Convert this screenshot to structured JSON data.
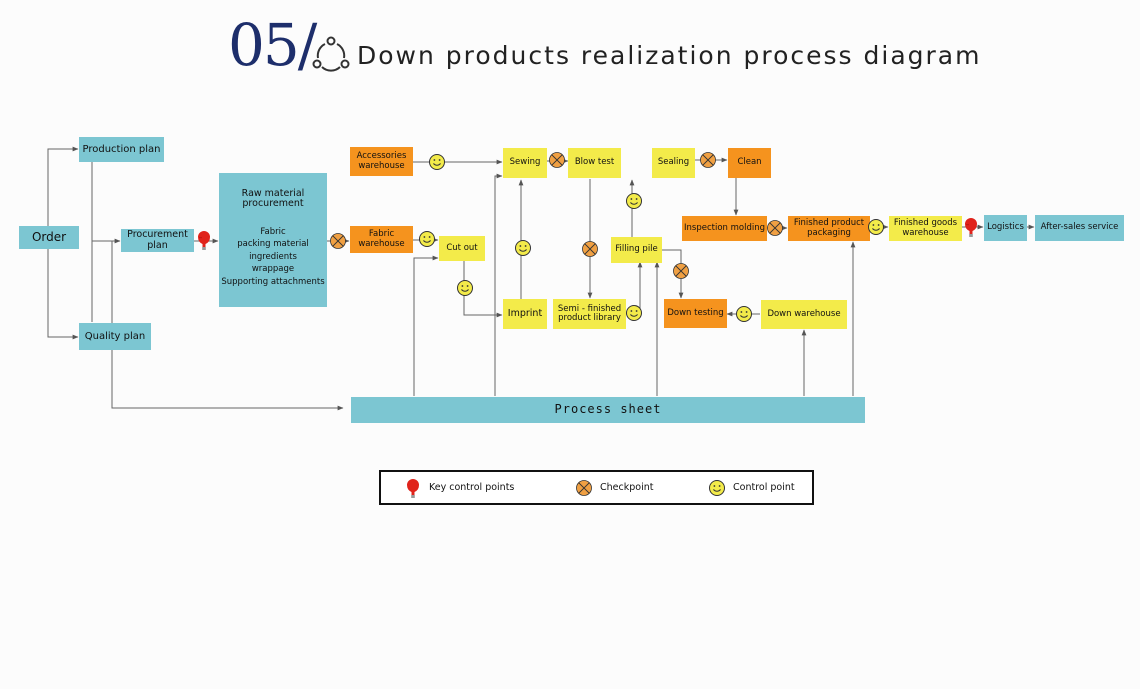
{
  "header": {
    "number": "05/",
    "title": "Down products realization process diagram"
  },
  "nodes": {
    "order": "Order",
    "production_plan": "Production plan",
    "procurement_plan": "Procurement\nplan",
    "quality_plan": "Quality plan",
    "raw_material": {
      "title": "Raw material\nprocurement",
      "items": [
        "Fabric",
        "packing material",
        "ingredients",
        "wrappage",
        "Supporting attachments"
      ]
    },
    "accessories_warehouse": "Accessories\nwarehouse",
    "fabric_warehouse": "Fabric\nwarehouse",
    "cut_out": "Cut out",
    "sewing": "Sewing",
    "blow_test": "Blow test",
    "imprint": "Imprint",
    "semi_finished_library": "Semi - finished\nproduct library",
    "filling_pile": "Filling pile",
    "sealing": "Sealing",
    "clean": "Clean",
    "inspection_molding": "Inspection molding",
    "finished_product_packaging": "Finished product\npackaging",
    "finished_goods_warehouse": "Finished goods\nwarehouse",
    "logistics": "Logistics",
    "after_sales_service": "After-sales service",
    "down_testing": "Down testing",
    "down_warehouse": "Down warehouse",
    "process_sheet": "Process sheet"
  },
  "legend": {
    "key_control_points": "Key control points",
    "checkpoint": "Checkpoint",
    "control_point": "Control point"
  },
  "colors": {
    "blue": "#7cc6d2",
    "orange": "#f5931e",
    "yellow": "#f3eb4a",
    "heading": "#1d2e6b",
    "key_marker": "#e0231b",
    "checkpoint_marker": "#f0a043"
  }
}
